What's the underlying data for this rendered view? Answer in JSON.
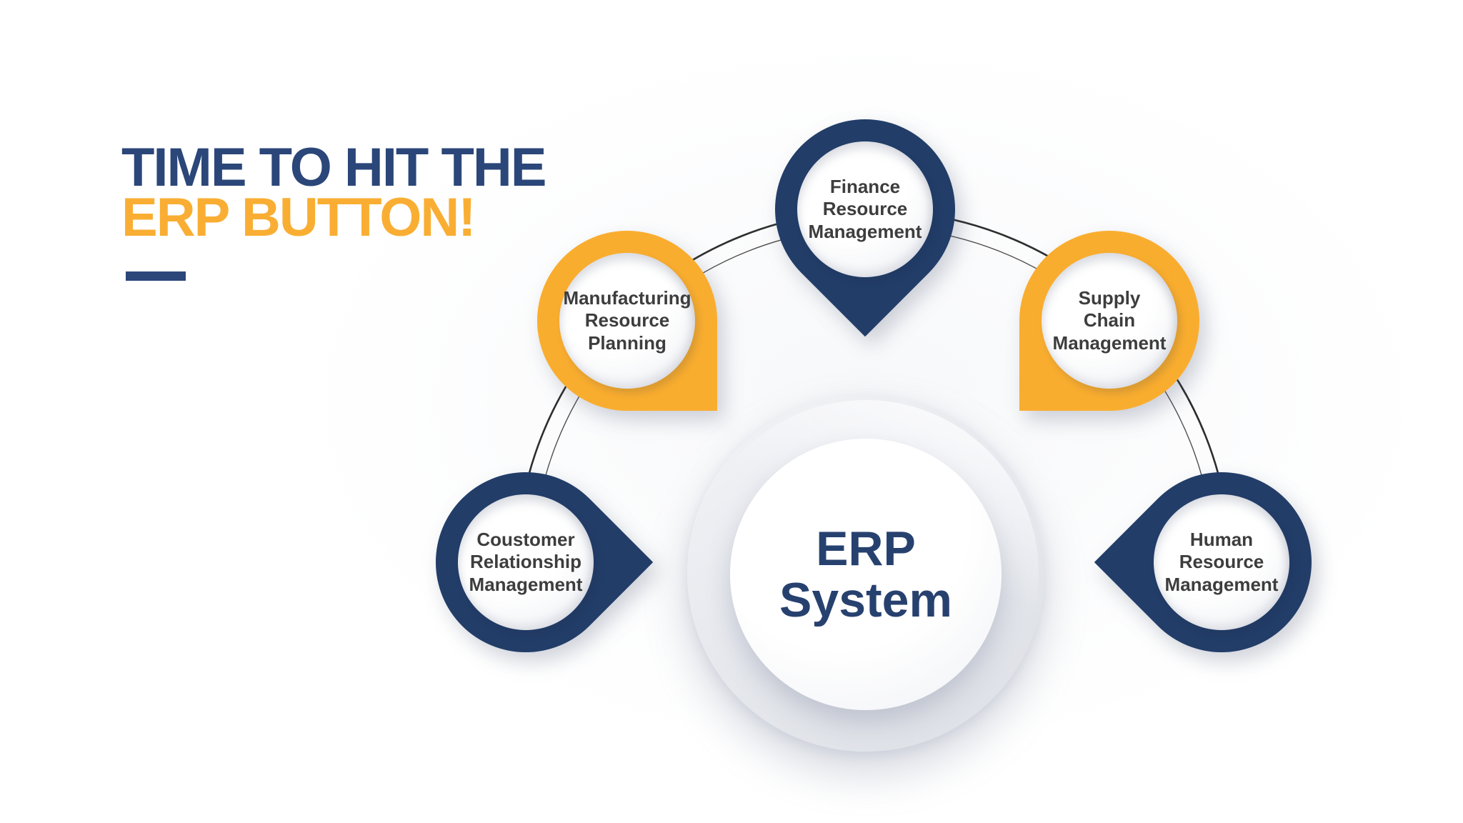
{
  "title": {
    "line1": "TIME TO HIT THE",
    "line2": "ERP BUTTON!"
  },
  "center": {
    "line1": "ERP",
    "line2": "System"
  },
  "nodes": [
    {
      "name": "finance-resource-management",
      "lines": [
        "Finance",
        "Resource",
        "Management"
      ],
      "color": "navy",
      "tail": "down"
    },
    {
      "name": "manufacturing-resource-planning",
      "lines": [
        "Manufacturing",
        "Resource",
        "Planning"
      ],
      "color": "yellow",
      "tail": "down-right"
    },
    {
      "name": "supply-chain-management",
      "lines": [
        "Supply",
        "Chain",
        "Management"
      ],
      "color": "yellow",
      "tail": "down-left"
    },
    {
      "name": "customer-relationship-management",
      "lines": [
        "Coustomer",
        "Relationship",
        "Management"
      ],
      "color": "navy",
      "tail": "right"
    },
    {
      "name": "human-resource-management",
      "lines": [
        "Human",
        "Resource",
        "Management"
      ],
      "color": "navy",
      "tail": "left"
    }
  ],
  "colors": {
    "navy": "#223d68",
    "yellow": "#f9ad2f",
    "title-navy": "#2b4679",
    "title-yellow": "#f9ae33",
    "erp-navy": "#27416f",
    "node-text": "#3d3d3d",
    "arc-dark": "#2e2e2e",
    "arc-light": "#4f4f4f"
  }
}
